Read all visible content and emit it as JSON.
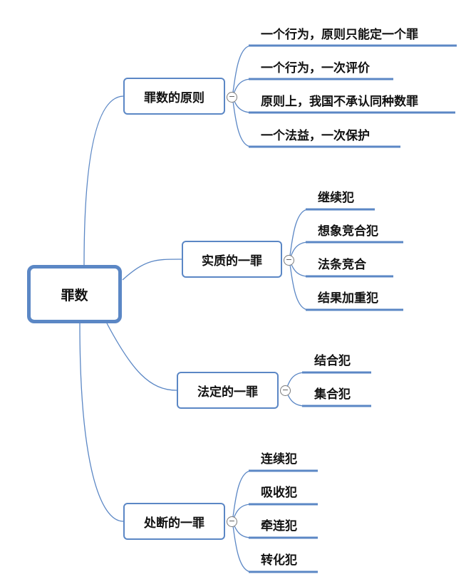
{
  "diagram": {
    "root": {
      "label": "罪数"
    },
    "branches": [
      {
        "label": "罪数的原则",
        "toggle": "−",
        "leaves": [
          "一个行为，原则只能定一个罪",
          "一个行为，一次评价",
          "原则上，我国不承认同种数罪",
          "一个法益，一次保护"
        ]
      },
      {
        "label": "实质的一罪",
        "toggle": "−",
        "leaves": [
          "继续犯",
          "想象竞合犯",
          "法条竞合",
          "结果加重犯"
        ]
      },
      {
        "label": "法定的一罪",
        "toggle": "−",
        "leaves": [
          "结合犯",
          "集合犯"
        ]
      },
      {
        "label": "处断的一罪",
        "toggle": "−",
        "leaves": [
          "连续犯",
          "吸收犯",
          "牵连犯",
          "转化犯"
        ]
      }
    ],
    "colors": {
      "line": "#5b87c5",
      "border": "#5b87c5",
      "text": "#111111"
    }
  }
}
